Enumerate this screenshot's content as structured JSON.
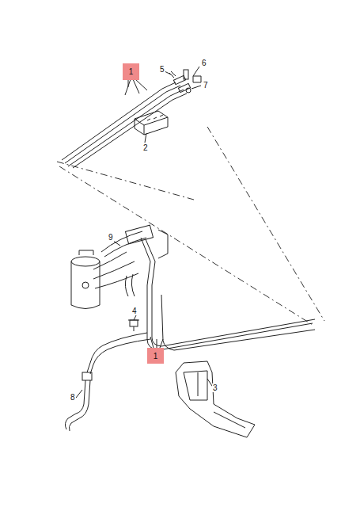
{
  "diagram": {
    "nodes": [
      {
        "text": [
          "1"
        ]
      },
      {
        "text": [
          "1"
        ]
      }
    ],
    "labels": [
      "5",
      "6",
      "7",
      "2",
      "9",
      "4",
      "3",
      "8"
    ]
  }
}
